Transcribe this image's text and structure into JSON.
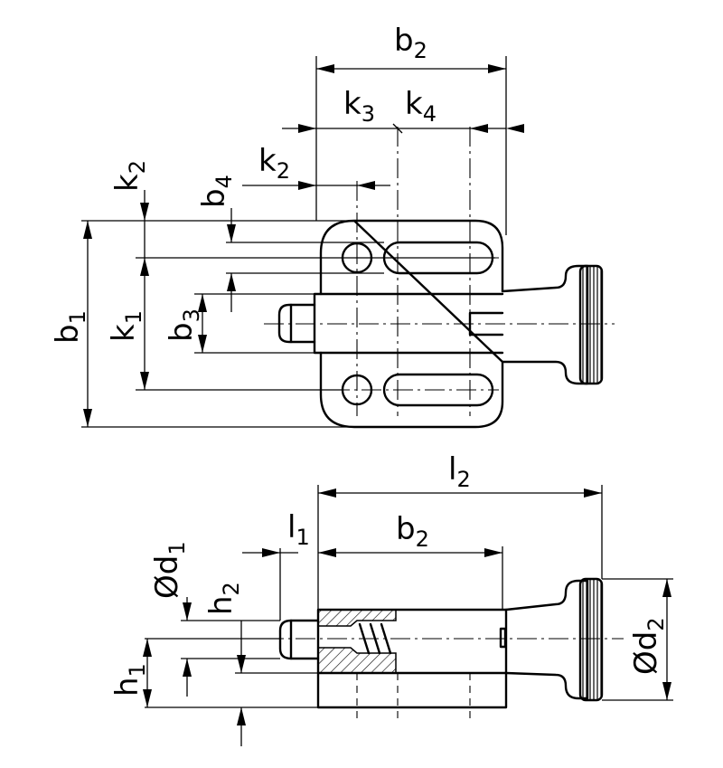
{
  "labels": {
    "b2_top": {
      "main": "b",
      "sub": "2"
    },
    "k3": {
      "main": "k",
      "sub": "3"
    },
    "k4": {
      "main": "k",
      "sub": "4"
    },
    "k2_horiz": {
      "main": "k",
      "sub": "2"
    },
    "k2_vert": {
      "main": "k",
      "sub": "2"
    },
    "b4": {
      "main": "b",
      "sub": "4"
    },
    "b1": {
      "main": "b",
      "sub": "1"
    },
    "k1": {
      "main": "k",
      "sub": "1"
    },
    "b3": {
      "main": "b",
      "sub": "3"
    },
    "l2": {
      "main": "l",
      "sub": "2"
    },
    "l1": {
      "main": "l",
      "sub": "1"
    },
    "b2_bottom": {
      "main": "b",
      "sub": "2"
    },
    "d1": {
      "main": "Ød",
      "sub": "1"
    },
    "h2": {
      "main": "h",
      "sub": "2"
    },
    "h1": {
      "main": "h",
      "sub": "1"
    },
    "d2": {
      "main": "Ød",
      "sub": "2"
    }
  },
  "colors": {
    "line": "#000000",
    "background": "#ffffff"
  }
}
